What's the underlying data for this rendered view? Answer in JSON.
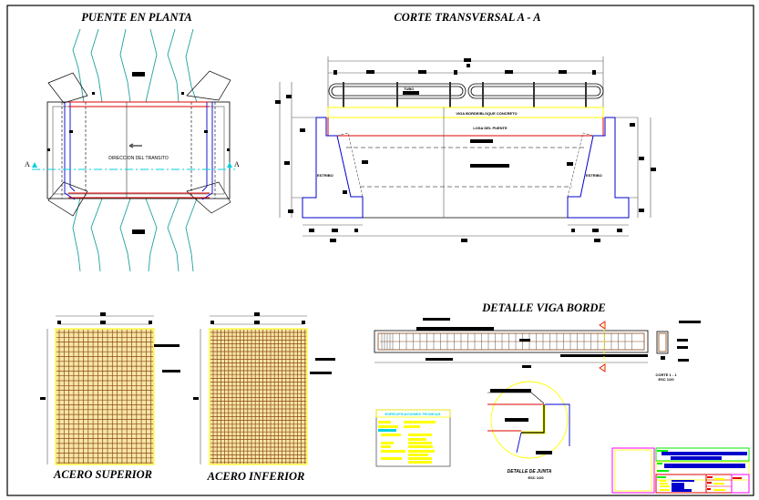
{
  "sheet": {
    "title": "Bridge structural drawing sheet",
    "colors": {
      "outline": "#000000",
      "structure_blue": "#0000cc",
      "deck_red": "#e00000",
      "rail_yellow": "#ffff00",
      "water_teal": "#20a0a0",
      "section_cyan": "#00d0e0",
      "rebar_brown": "#8b4513",
      "dim_gray": "#555555",
      "title_magenta": "#ff00ff",
      "title_green": "#00ee00"
    }
  },
  "plan_view": {
    "title": "PUENTE EN PLANTA",
    "traffic_label": "DIRECCION DEL TRANSITO",
    "section_mark_left": "A",
    "section_mark_right": "A"
  },
  "cross_section": {
    "title": "CORTE TRANSVERSAL A - A",
    "labels": {
      "tube": "TUBO",
      "beam": "VIGA BORDE/BLOQUE CONCRETO",
      "deck": "LOSA DEL PUENTE",
      "abutment_left": "ESTRIBO",
      "abutment_right": "ESTRIBO"
    }
  },
  "top_steel": {
    "title": "ACERO SUPERIOR"
  },
  "bottom_steel": {
    "title": "ACERO INFERIOR"
  },
  "edge_beam": {
    "title": "DETALLE VIGA BORDE",
    "section_label": "CORTE 1 - 1",
    "section_scale": "ESC 1/20"
  },
  "joint_detail": {
    "title": "DETALLE DE JUNTA",
    "scale": "ESC 1/20"
  },
  "spec_box": {
    "title": "ESPECIFICACIONES TECNICAS"
  },
  "title_block": {}
}
